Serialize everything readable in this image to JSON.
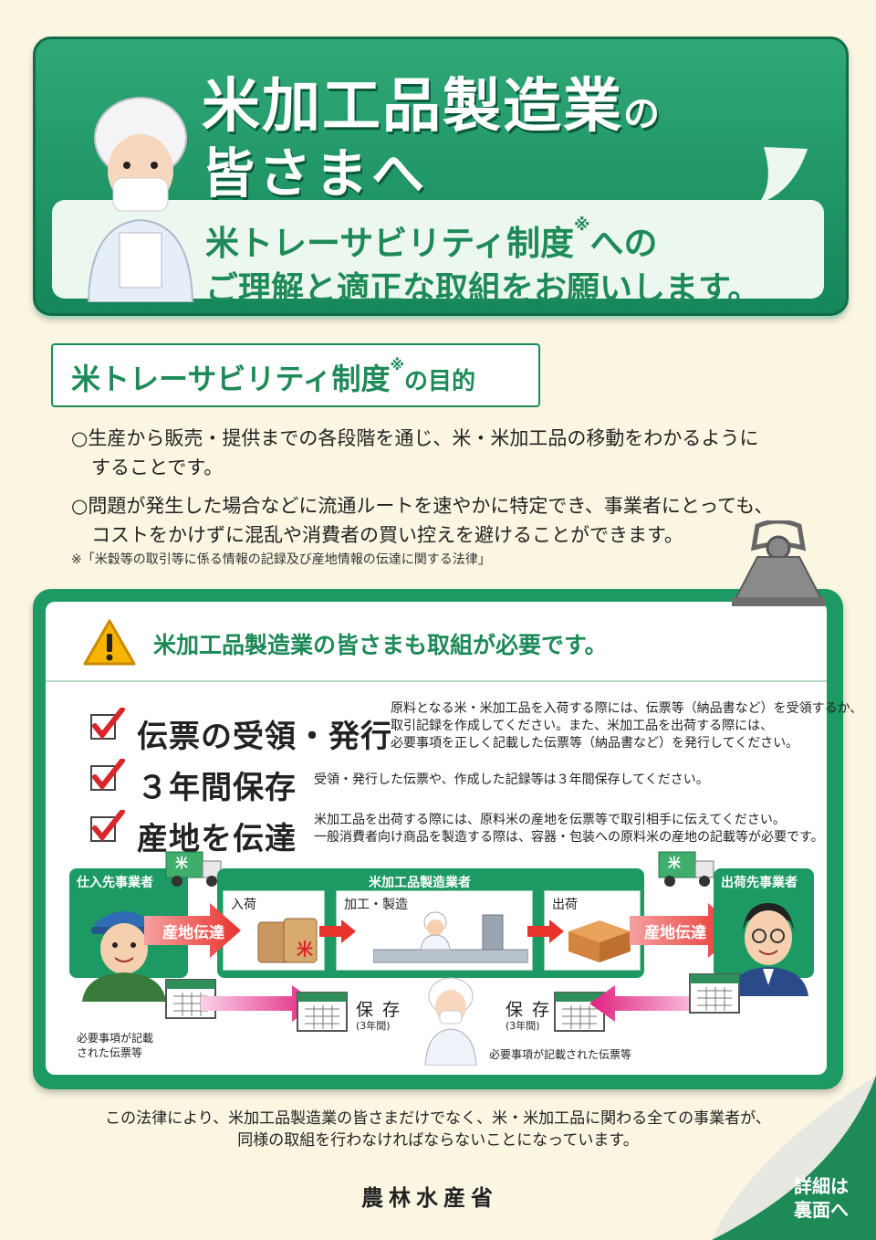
{
  "header": {
    "title_main": "米加工品製造業",
    "title_particle": "の",
    "title_line2": "皆さまへ",
    "subtitle_line1_a": "米トレーサビリティ制度",
    "subtitle_mark": "※",
    "subtitle_line1_b": "への",
    "subtitle_line2": "ご理解と適正な取組をお願いします。"
  },
  "purpose": {
    "heading_a": "米トレーサビリティ制度",
    "heading_mark": "※",
    "heading_b": "の目的",
    "para1_line1": "○生産から販売・提供までの各段階を通じ、米・米加工品の移動をわかるように",
    "para1_line2": "することです。",
    "para2_line1": "○問題が発生した場合などに流通ルートを速やかに特定でき、事業者にとっても、",
    "para2_line2": "コストをかけずに混乱や消費者の買い控えを避けることができます。",
    "footnote": "※「米穀等の取引等に係る情報の記録及び産地情報の伝達に関する法律」"
  },
  "requirements": {
    "notice": "米加工品製造業の皆さまも取組が必要です。",
    "items": [
      {
        "title": "伝票の受領・発行",
        "desc": [
          "原料となる米・米加工品を入荷する際には、伝票等（納品書など）を受領するか、",
          "取引記録を作成してください。また、米加工品を出荷する際には、",
          "必要事項を正しく記載した伝票等（納品書など）を発行してください。"
        ]
      },
      {
        "title": "３年間保存",
        "desc": [
          "受領・発行した伝票や、作成した記録等は３年間保存してください。"
        ]
      },
      {
        "title": "産地を伝達",
        "desc": [
          "米加工品を出荷する際には、原料米の産地を伝票等で取引相手に伝えてください。",
          "一般消費者向け商品を製造する際は、容器・包装への原料米の産地の記載等が必要です。"
        ]
      }
    ]
  },
  "flow": {
    "supplier": "仕入先事業者",
    "manufacturer": "米加工品製造業者",
    "destination": "出荷先事業者",
    "stage_receive": "入荷",
    "stage_process": "加工・製造",
    "stage_ship": "出荷",
    "arrow_label_left": "産地伝達",
    "arrow_label_right": "産地伝達",
    "store_label_left": "保 存",
    "store_sub_left": "(3年間)",
    "store_label_right": "保 存",
    "store_sub_right": "(3年間)",
    "slip_note_left_1": "必要事項が記載",
    "slip_note_left_2": "された伝票等",
    "slip_note_right": "必要事項が記載された伝票等",
    "truck_mark": "米",
    "bag_mark": "米"
  },
  "footer": {
    "closing_line1": "この法律により、米加工品製造業の皆さまだけでなく、米・米加工品に関わる全ての事業者が、",
    "closing_line2": "同様の取組を行わなければならないことになっています。",
    "ministry": "農林水産省",
    "corner_line1": "詳細は",
    "corner_line2": "裏面へ"
  },
  "colors": {
    "brand_green": "#1d9a64",
    "text_green": "#1d8a57",
    "arrow_red": "#e8322c",
    "background": "#fbf6e2"
  },
  "icons": [
    "worker-icon",
    "check-icon",
    "warning-icon",
    "binder-clip-icon",
    "truck-icon",
    "calendar-icon",
    "person-icon",
    "rice-bag-icon",
    "box-icon"
  ]
}
